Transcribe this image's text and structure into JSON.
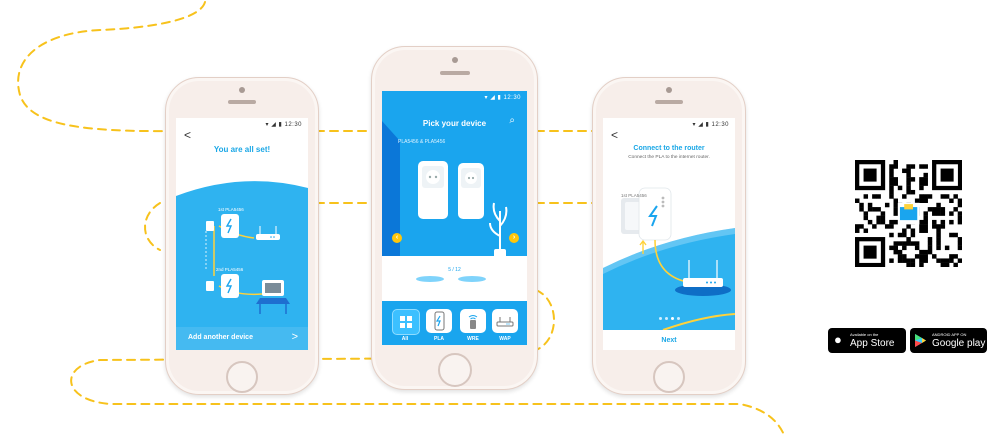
{
  "phone1": {
    "status_time": "12:30",
    "back_label": "<",
    "title": "You are all set!",
    "device1_label": "1st PLA5456",
    "device2_label": "2nd PLA5456",
    "footer_label": "Add another device",
    "footer_chevron": ">"
  },
  "phone2": {
    "status_time": "12:30",
    "title": "Pick your device",
    "search_icon": "⌕",
    "subtitle": "PLA5456 & PLA5456",
    "page_indicator": "5 / 12",
    "prev_arrow": "‹",
    "next_arrow": "›",
    "tabs": [
      {
        "label": "All",
        "icon": "grid-icon"
      },
      {
        "label": "PLA",
        "icon": "powerline-icon"
      },
      {
        "label": "WRE",
        "icon": "extender-icon"
      },
      {
        "label": "WAP",
        "icon": "access-point-icon"
      }
    ]
  },
  "phone3": {
    "status_time": "12:30",
    "back_label": "<",
    "title": "Connect to the router",
    "subtitle": "Connect the PLA to the internet router.",
    "device_label": "1st PLA5456",
    "next_label": "Next",
    "steps_total": 4,
    "step_current": 3
  },
  "badges": {
    "appstore_small": "Available on the",
    "appstore_big": "App Store",
    "googleplay_small": "ANDROID APP ON",
    "googleplay_big": "Google play"
  },
  "colors": {
    "accent_blue": "#1aa5ee",
    "dash_yellow": "#f7c21c",
    "arrow_yellow": "#ffc60b"
  }
}
